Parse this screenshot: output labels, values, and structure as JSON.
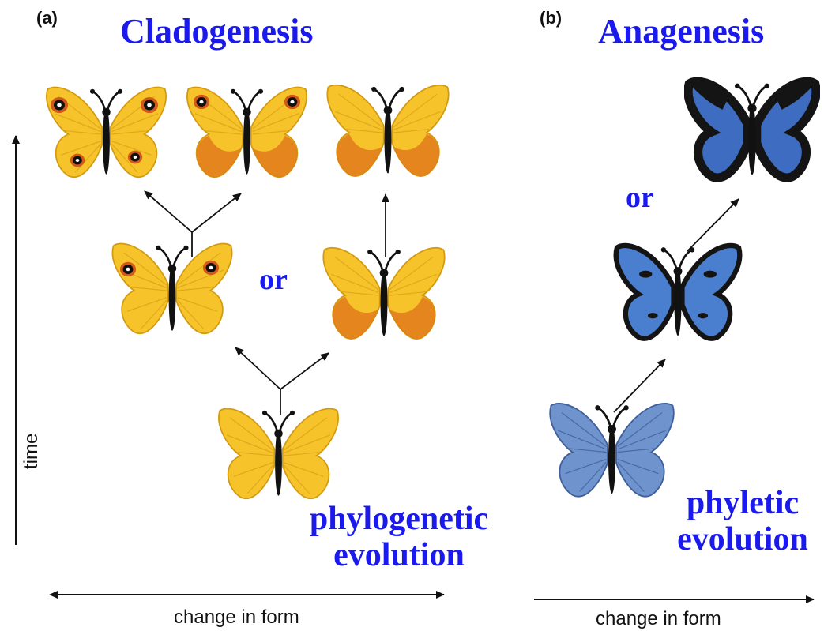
{
  "panel_a": {
    "label": "(a)",
    "title": "Cladogenesis",
    "or_label": "or",
    "evolution_line1": "phylogenetic",
    "evolution_line2": "evolution",
    "x_axis_label": "change in form",
    "y_axis_label": "time"
  },
  "panel_b": {
    "label": "(b)",
    "title": "Anagenesis",
    "or_label": "or",
    "evolution_line1": "phyletic",
    "evolution_line2": "evolution",
    "x_axis_label": "change in form"
  },
  "colors": {
    "title_blue": "#1a1aee",
    "yellow_wing": "#f6c42a",
    "orange_wing_edge": "#e07a1c",
    "blue_wing": "#4a7fd0",
    "blue_wing_pale": "#6f93cc",
    "wing_black": "#141414"
  },
  "icons": {
    "butterfly": "butterfly-icon",
    "arrow": "arrow-icon"
  }
}
